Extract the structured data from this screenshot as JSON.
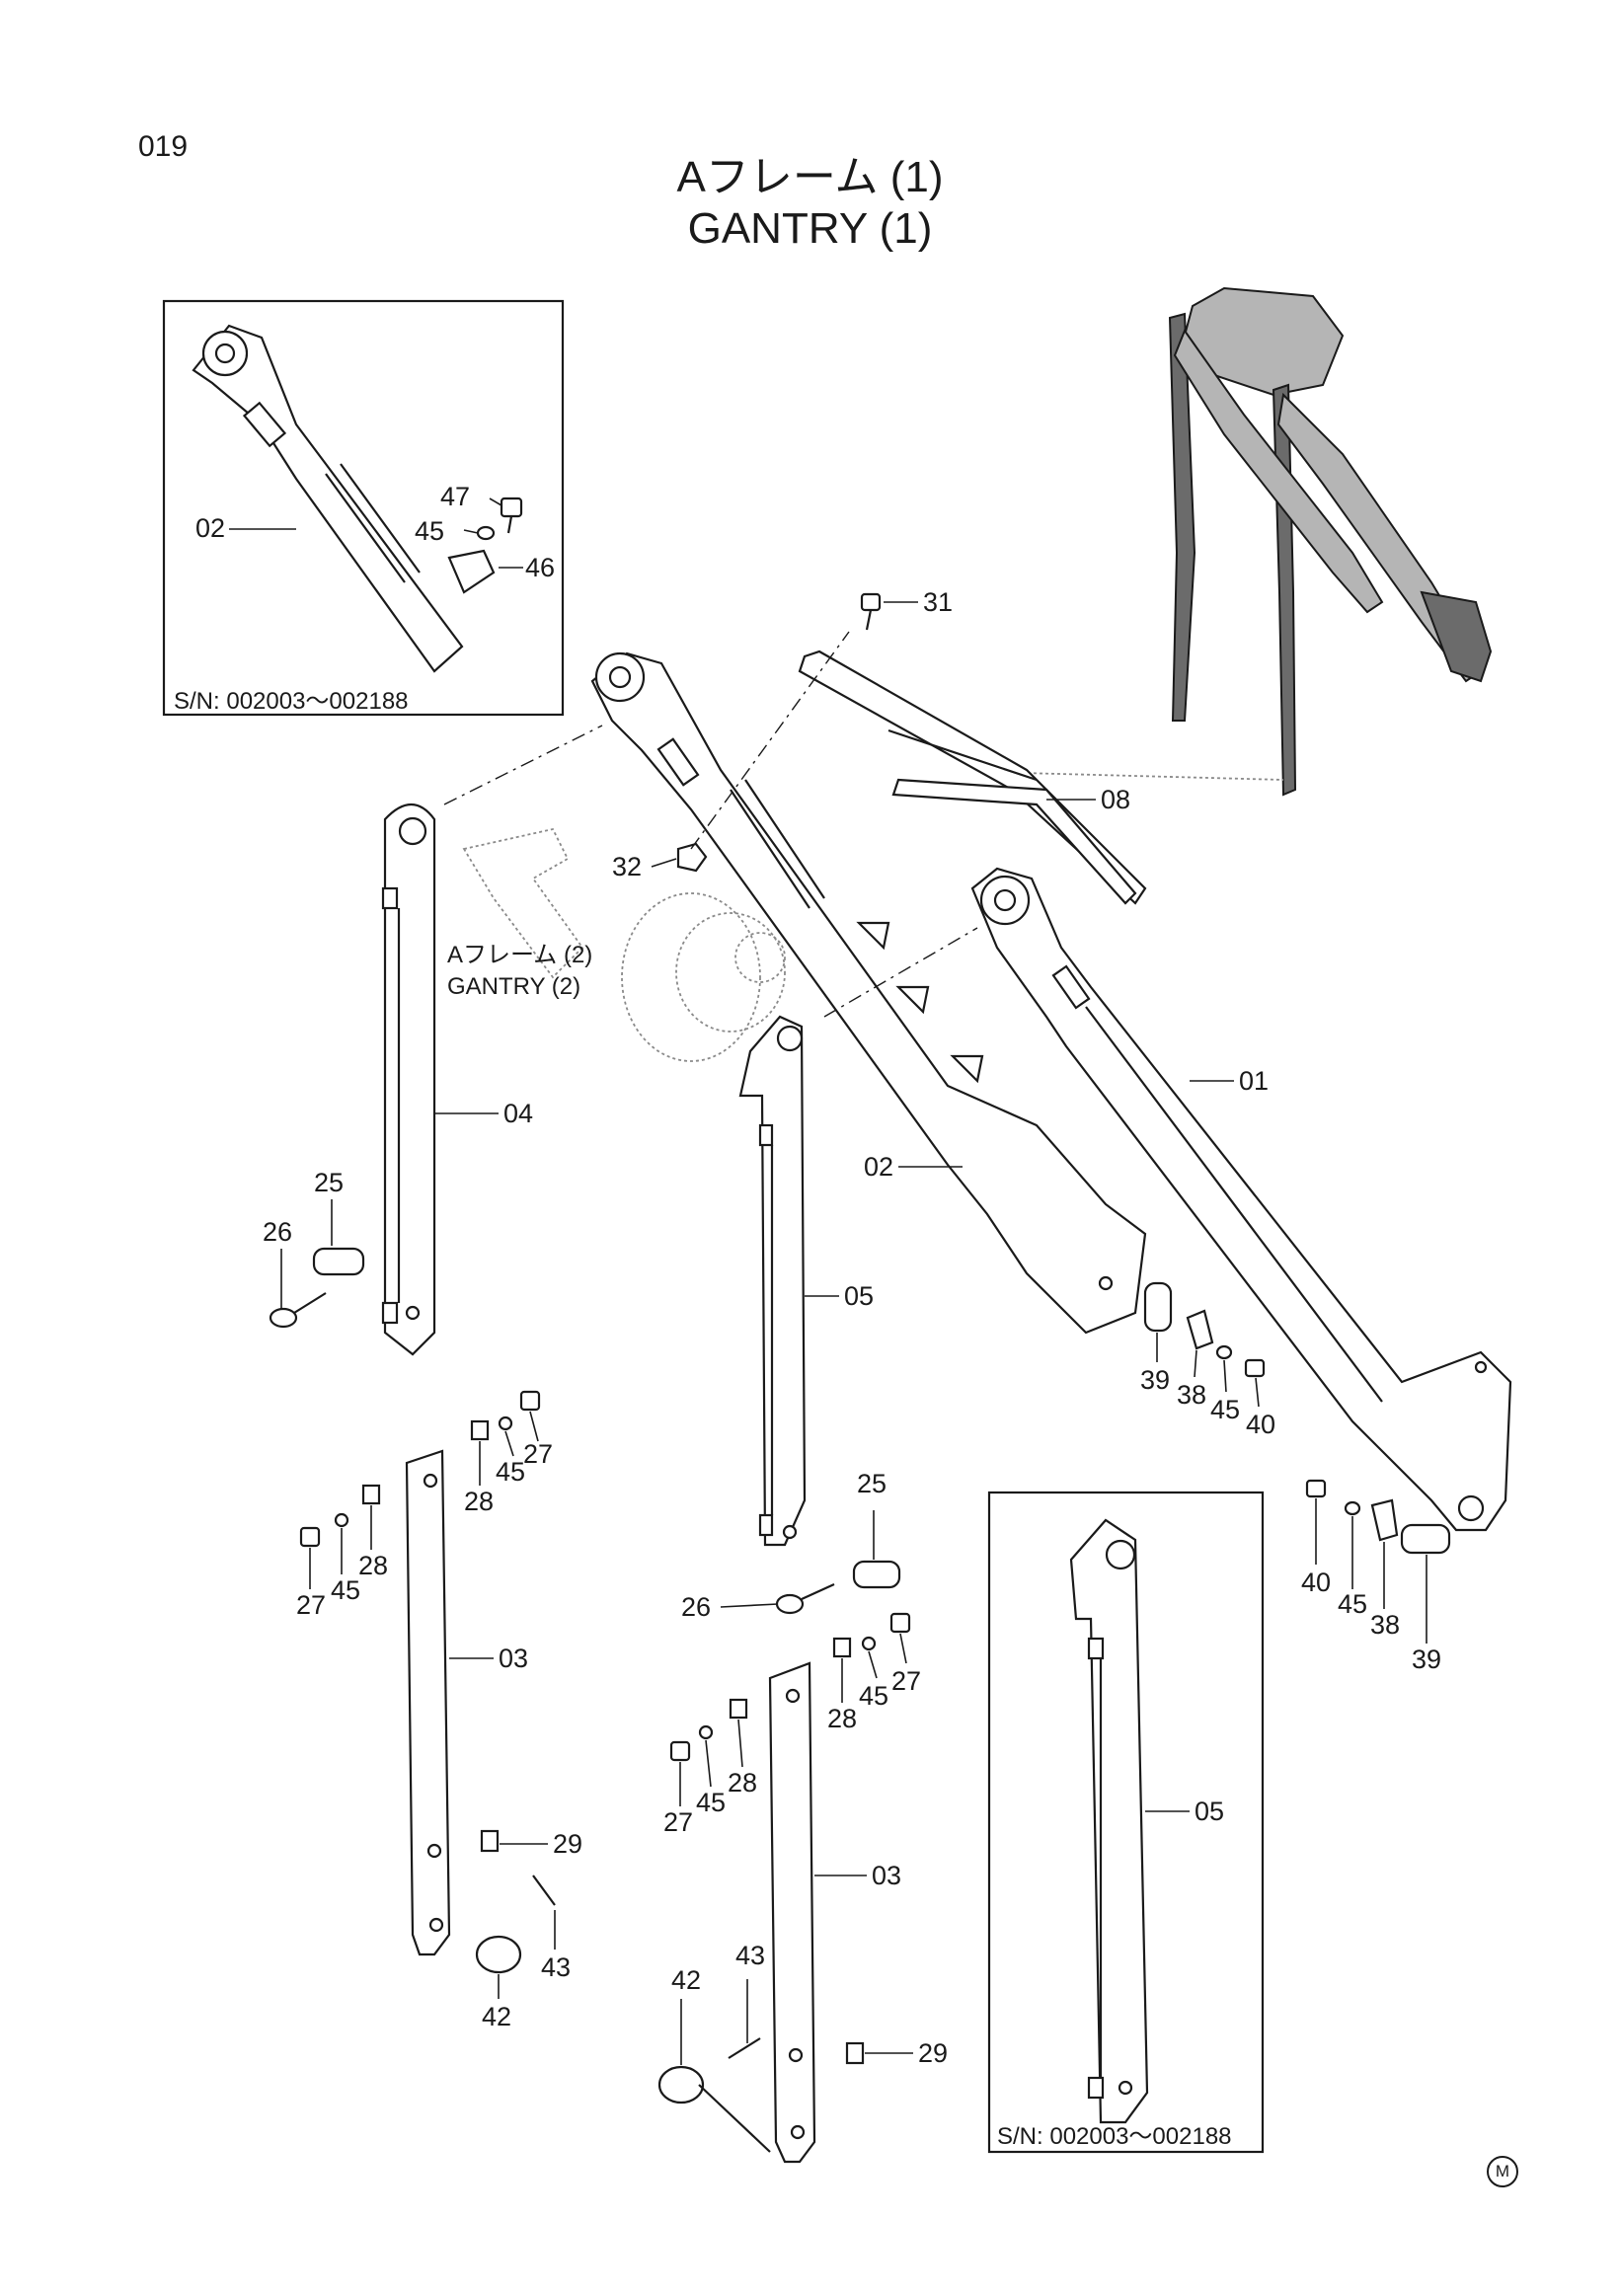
{
  "page_number": "019",
  "title_jp": "Aフレーム (1)",
  "title_en": "GANTRY (1)",
  "reference_label_jp": "Aフレーム (2)",
  "reference_label_en": "GANTRY (2)",
  "inset_top": {
    "serial_label": "S/N: 002003～002188"
  },
  "inset_bottom": {
    "serial_label": "S/N: 002003～002188"
  },
  "corner_mark": "M",
  "callouts": {
    "c01": "01",
    "c02_inset": "02",
    "c02_main": "02",
    "c03_left": "03",
    "c03_center": "03",
    "c04": "04",
    "c05_main": "05",
    "c05_inset": "05",
    "c08": "08",
    "c25_left": "25",
    "c25_center": "25",
    "c26_left": "26",
    "c26_center": "26",
    "c27_a": "27",
    "c27_b": "27",
    "c27_c": "27",
    "c27_d": "27",
    "c28_a": "28",
    "c28_b": "28",
    "c28_c": "28",
    "c28_d": "28",
    "c29_left": "29",
    "c29_center": "29",
    "c31": "31",
    "c32": "32",
    "c38_a": "38",
    "c38_b": "38",
    "c39_a": "39",
    "c39_b": "39",
    "c40_a": "40",
    "c40_b": "40",
    "c42_left": "42",
    "c42_center": "42",
    "c43_left": "43",
    "c43_center": "43",
    "c45_inset": "45",
    "c45_a": "45",
    "c45_b": "45",
    "c45_c": "45",
    "c45_d": "45",
    "c45_e": "45",
    "c45_f": "45",
    "c46": "46",
    "c47": "47"
  }
}
